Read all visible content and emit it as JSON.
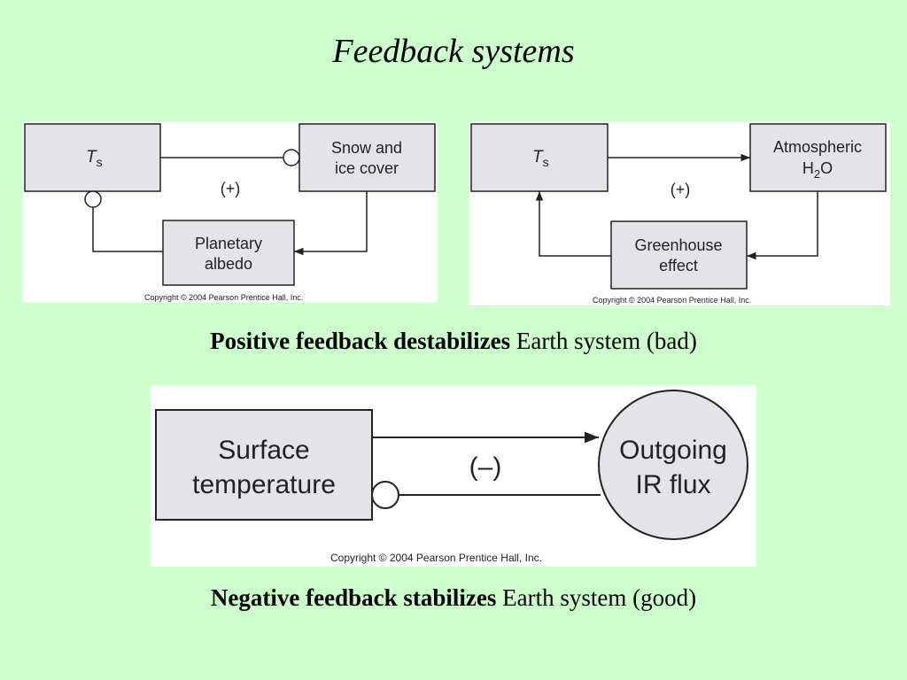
{
  "title": "Feedback systems",
  "colors": {
    "background": "#ccffcc",
    "panel": "#ffffff",
    "box_fill": "#e4e4e8",
    "stroke": "#222222"
  },
  "diagram_left": {
    "node_ts_main": "T",
    "node_ts_sub": "s",
    "node_snow_line1": "Snow and",
    "node_snow_line2": "ice cover",
    "node_albedo_line1": "Planetary",
    "node_albedo_line2": "albedo",
    "sign": "(+)",
    "copyright": "Copyright © 2004 Pearson Prentice Hall, Inc."
  },
  "diagram_right": {
    "node_ts_main": "T",
    "node_ts_sub": "s",
    "node_atm_line1": "Atmospheric",
    "node_atm_line2_main": "H",
    "node_atm_line2_sub": "2",
    "node_atm_line2_end": "O",
    "node_greenhouse_line1": "Greenhouse",
    "node_greenhouse_line2": "effect",
    "sign": "(+)",
    "copyright": "Copyright © 2004 Pearson Prentice Hall, Inc."
  },
  "caption_positive": {
    "bold": "Positive feedback destabilizes",
    "normal": " Earth system (bad)"
  },
  "diagram_bottom": {
    "node_surface_line1": "Surface",
    "node_surface_line2": "temperature",
    "node_ir_line1": "Outgoing",
    "node_ir_line2": "IR flux",
    "sign": "(–)",
    "copyright": "Copyright © 2004 Pearson Prentice Hall, Inc."
  },
  "caption_negative": {
    "bold": "Negative feedback stabilizes",
    "normal": " Earth system (good)"
  }
}
